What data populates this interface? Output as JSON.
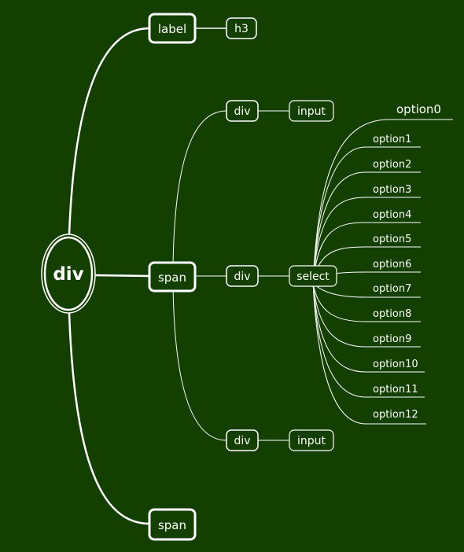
{
  "colors": {
    "background": "#134000",
    "line": "#ffffff"
  },
  "tree": {
    "root": "div",
    "level1": [
      "label",
      "span",
      "span"
    ],
    "label_child": "h3",
    "span_children": [
      "div",
      "div",
      "div"
    ],
    "div_top_child": "input",
    "div_mid_child": "select",
    "div_bottom_child": "input",
    "options": [
      "option0",
      "option1",
      "option2",
      "option3",
      "option4",
      "option5",
      "option6",
      "option7",
      "option8",
      "option9",
      "option10",
      "option11",
      "option12"
    ]
  }
}
